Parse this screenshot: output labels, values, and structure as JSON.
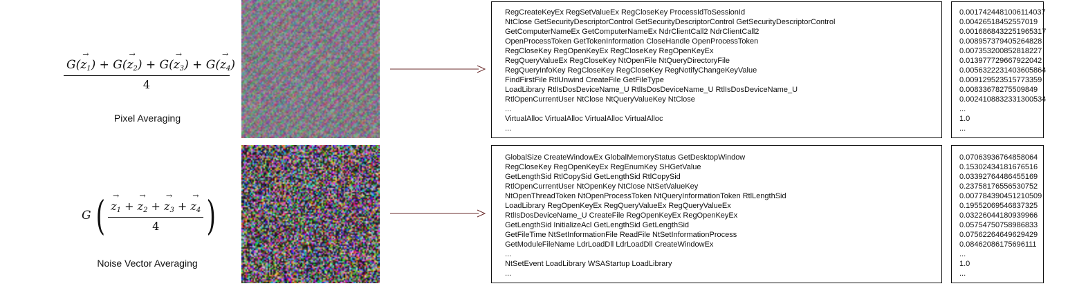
{
  "pixel_averaging": {
    "caption": "Pixel Averaging",
    "formula_den": "4",
    "calls": [
      "RegCreateKeyEx RegSetValueEx RegCloseKey ProcessIdToSessionId",
      "NtClose GetSecurityDescriptorControl GetSecurityDescriptorControl GetSecurityDescriptorControl",
      "GetComputerNameEx GetComputerNameEx NdrClientCall2 NdrClientCall2",
      "OpenProcessToken GetTokenInformation CloseHandle OpenProcessToken",
      "RegCloseKey RegOpenKeyEx RegCloseKey RegOpenKeyEx",
      "RegQueryValueEx RegCloseKey NtOpenFile NtQueryDirectoryFile",
      "RegQueryInfoKey RegCloseKey RegCloseKey RegNotifyChangeKeyValue",
      "FindFirstFile RtlUnwind CreateFile GetFileType",
      "LoadLibrary RtlIsDosDeviceName_U RtlIsDosDeviceName_U RtlIsDosDeviceName_U",
      "RtlOpenCurrentUser NtClose NtQueryValueKey NtClose",
      "...",
      "VirtualAlloc VirtualAlloc VirtualAlloc VirtualAlloc",
      "..."
    ],
    "values": [
      "0.0017424481006114037",
      "0.00426518452557019",
      "0.0016868432251965317",
      "0.00895737940526482​8",
      "0.007353200852818227",
      "0.013977729667922042",
      "0.0056322231403605864",
      "0.009129523515773359",
      "0.00833678275509849",
      "0.0024108832331300534",
      "...",
      "1.0",
      "..."
    ]
  },
  "noise_vector_averaging": {
    "caption": "Noise Vector Averaging",
    "formula_den": "4",
    "calls": [
      "GlobalSize CreateWindowEx GlobalMemoryStatus GetDesktopWindow",
      "RegCloseKey RegOpenKeyEx RegEnumKey SHGetValue",
      "GetLengthSid RtlCopySid GetLengthSid RtlCopySid",
      "RtlOpenCurrentUser NtOpenKey NtClose NtSetValueKey",
      "NtOpenThreadToken NtOpenProcessToken NtQueryInformationToken RtlLengthSid",
      "LoadLibrary RegOpenKeyEx RegQueryValueEx RegQueryValueEx",
      "RtlIsDosDeviceName_U CreateFile RegOpenKeyEx RegOpenKeyEx",
      "GetLengthSid InitializeAcl GetLengthSid GetLengthSid",
      "GetFileTime NtSetInformationFile ReadFile NtSetInformationProcess",
      "GetModuleFileName LdrLoadDll LdrLoadDll CreateWindowEx",
      "...",
      "NtSetEvent LoadLibrary WSAStartup LoadLibrary",
      "..."
    ],
    "values": [
      "0.07063936764858064",
      "0.15302434181676516",
      "0.03392764486455169",
      "0.23758176556530752",
      "0.007784390451210509",
      "0.19552069546837325",
      "0.03226044180939966",
      "0.05754750758986833",
      "0.07562264649629429",
      "0.08462086175696111",
      "...",
      "1.0",
      "..."
    ]
  },
  "colors": {
    "ink": "#111111",
    "arrow": "#6b2c2c"
  }
}
